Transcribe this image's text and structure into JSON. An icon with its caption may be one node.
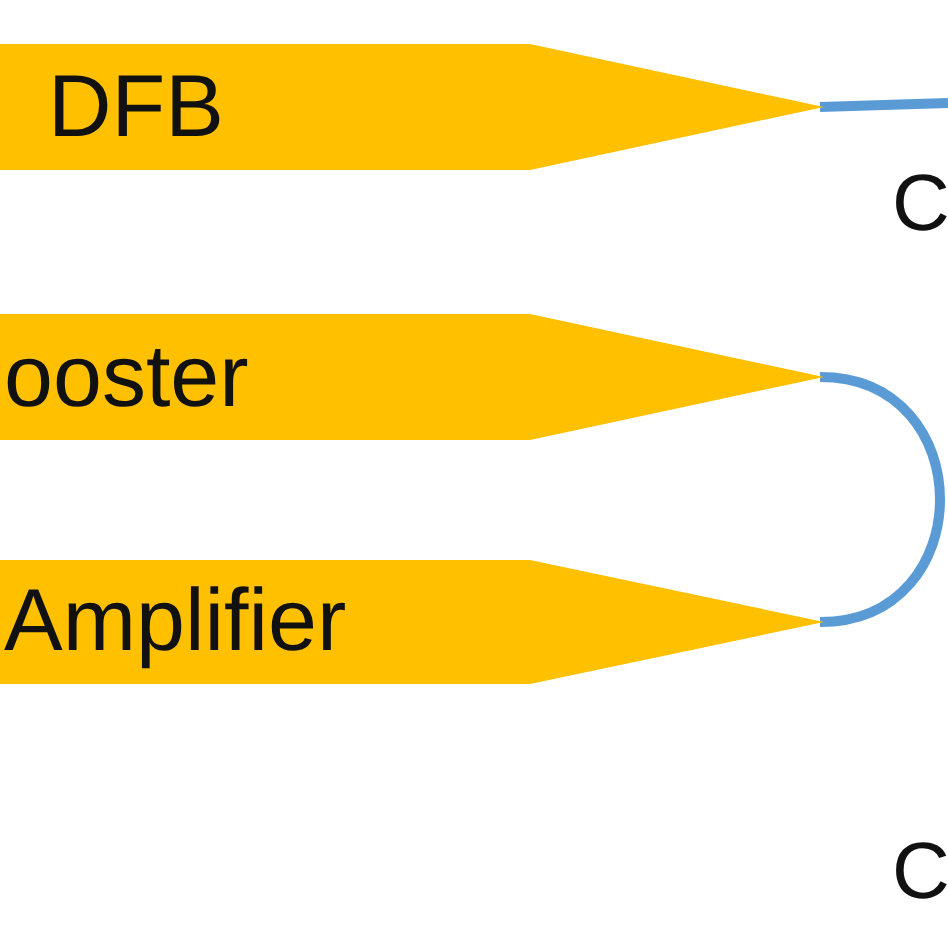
{
  "diagram": {
    "nodes": [
      {
        "text": [
          "DFB"
        ]
      },
      {
        "text": [
          "ooster"
        ]
      },
      {
        "text": [
          "Amplifier"
        ]
      }
    ],
    "edges": [
      {
        "from": 0,
        "to": null,
        "arrow": "none"
      },
      {
        "from": 1,
        "to": 2,
        "arrow": "none"
      }
    ],
    "labels": [
      "C",
      "C"
    ]
  }
}
